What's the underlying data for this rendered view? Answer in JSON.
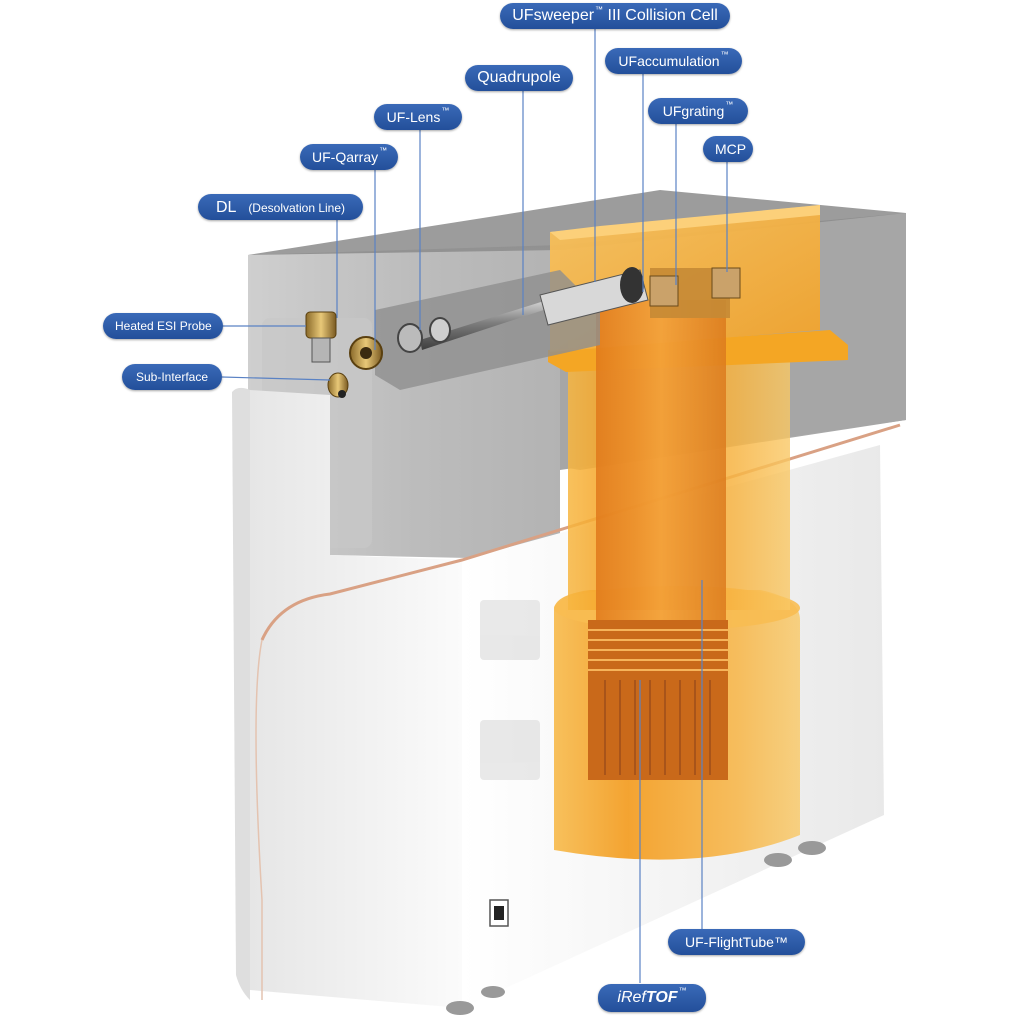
{
  "labels": {
    "sweeper_name": "UFsweeper",
    "sweeper_tm": "™",
    "sweeper_rest": "III Collision Cell",
    "accumulation": "UFaccumulation",
    "accumulation_tm": "™",
    "quadrupole": "Quadrupole",
    "grating": "UFgrating",
    "grating_tm": "™",
    "lens": "UF-Lens",
    "lens_tm": "™",
    "mcp": "MCP",
    "qarray": "UF-Qarray",
    "qarray_tm": "™",
    "dl": "DL",
    "dl_full": "(Desolvation Line)",
    "esi_probe": "Heated ESI Probe",
    "sub_interface": "Sub-Interface",
    "flighttube": "UF-FlightTube™",
    "ireftof_pre": "iRef",
    "ireftof_bold": "TOF",
    "ireftof_tm": "™"
  },
  "colors": {
    "label_bg": "#2a5aa8",
    "label_text": "#ffffff",
    "housing_dark": "#8a8a8a",
    "housing_light": "#f2f2f2",
    "tof_orange": "#f4a21a",
    "accent_copper": "#d9a184"
  }
}
